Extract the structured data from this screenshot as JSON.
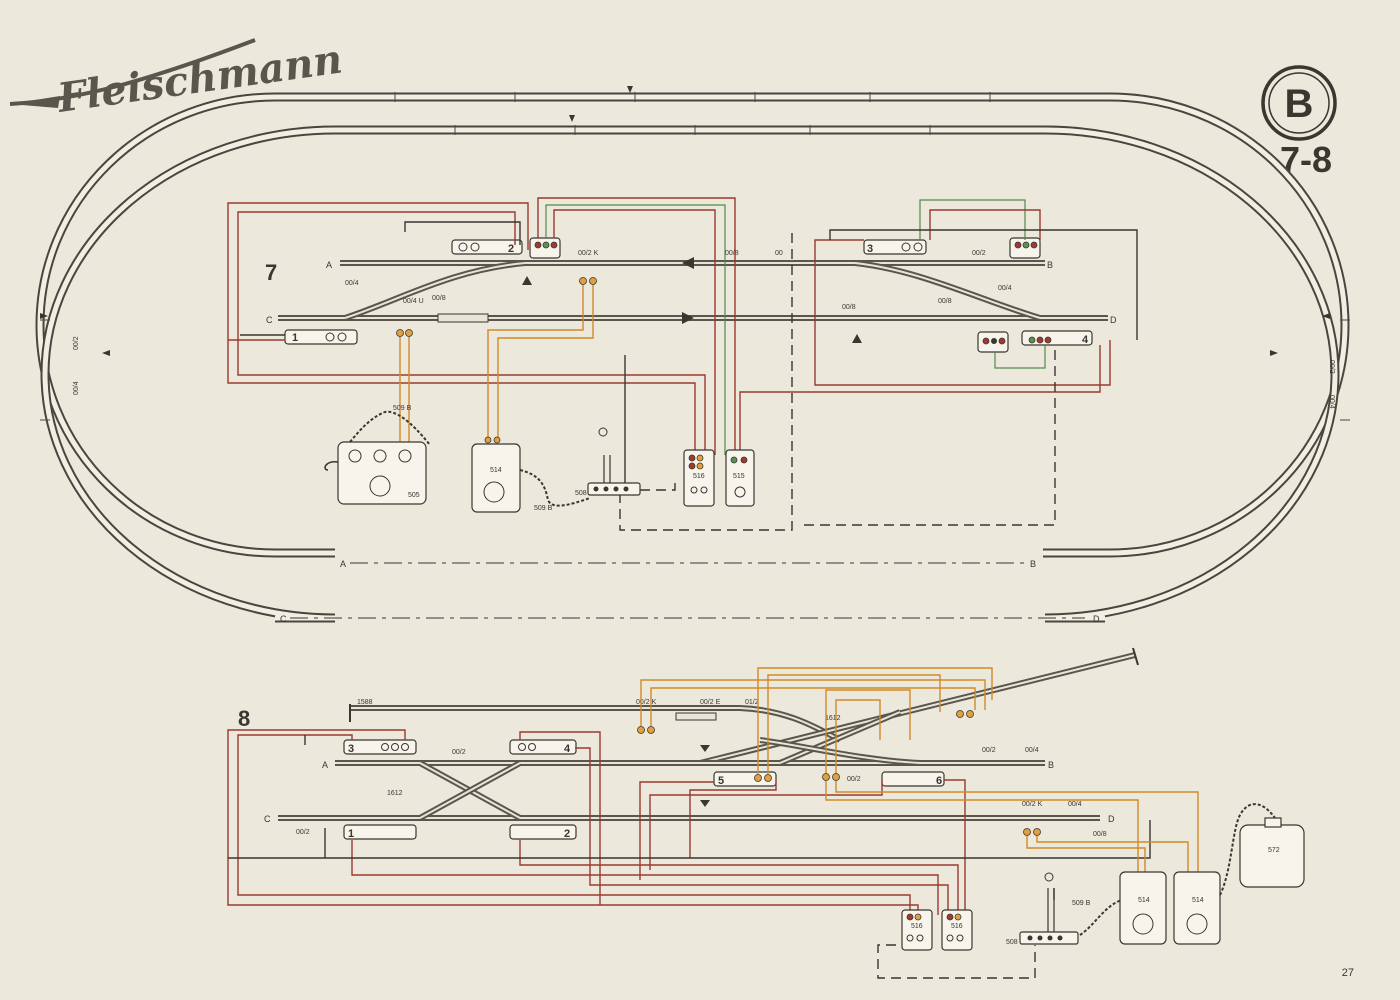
{
  "brand": {
    "logo_text": "Fleischmann"
  },
  "plan_badge": {
    "letter": "B",
    "numbers": "7-8"
  },
  "page_number": "27",
  "diagram7": {
    "number": "7",
    "ends": {
      "a": "A",
      "b": "B",
      "c": "C",
      "d": "D"
    },
    "switch_numbers": [
      "1",
      "2",
      "3",
      "4"
    ],
    "track_labels": {
      "t_00_4_a": "00/4",
      "t_00_4_u": "00/4 U",
      "t_00_8_a": "00/8",
      "t_00_2_k": "00/2 K",
      "t_00_8_b": "00/8",
      "t_00": "00",
      "t_00_2_b": "00/2",
      "t_00_4_b": "00/4",
      "t_00_8_c": "00/8",
      "t_00_8_d": "00/8",
      "left_00_2": "00/2",
      "left_00_4": "00/4",
      "right_00_2": "00/2",
      "right_00_4": "00/4"
    },
    "devices": {
      "transformer": "505",
      "controller": "514",
      "distributor": "508",
      "switch_box_516": "516",
      "switch_box_515": "515",
      "cable_1": "509 B",
      "cable_2": "509 B"
    }
  },
  "diagram8": {
    "number": "8",
    "ends": {
      "a": "A",
      "b": "B",
      "c": "C",
      "d": "D"
    },
    "switch_numbers": [
      "1",
      "2",
      "3",
      "4",
      "5",
      "6"
    ],
    "track_labels": {
      "t_1588": "1588",
      "t_00_2_k_top": "00/2 K",
      "t_00_2_e": "00/2 E",
      "t_01_2": "01/2",
      "t_1612_top": "1612",
      "t_1612_left": "1612",
      "t_00_2_a": "00/2",
      "t_00_2_b": "00/2",
      "t_00_2_c": "00/2",
      "t_00_4_a": "00/4",
      "t_00_2_d": "00/2",
      "t_00_2_k_low": "00/2 K",
      "t_00_4_b": "00/4",
      "t_00_8": "00/8"
    },
    "devices": {
      "switch_box_516_a": "516",
      "switch_box_516_b": "516",
      "distributor": "508",
      "cable": "509 B",
      "controller_a": "514",
      "controller_b": "514",
      "transformer": "572"
    }
  },
  "colors": {
    "track": "#4a463f",
    "wire_red": "#9a3a30",
    "wire_orange": "#d08a28",
    "wire_green": "#4f8a4a",
    "paper": "#ede8dc"
  }
}
